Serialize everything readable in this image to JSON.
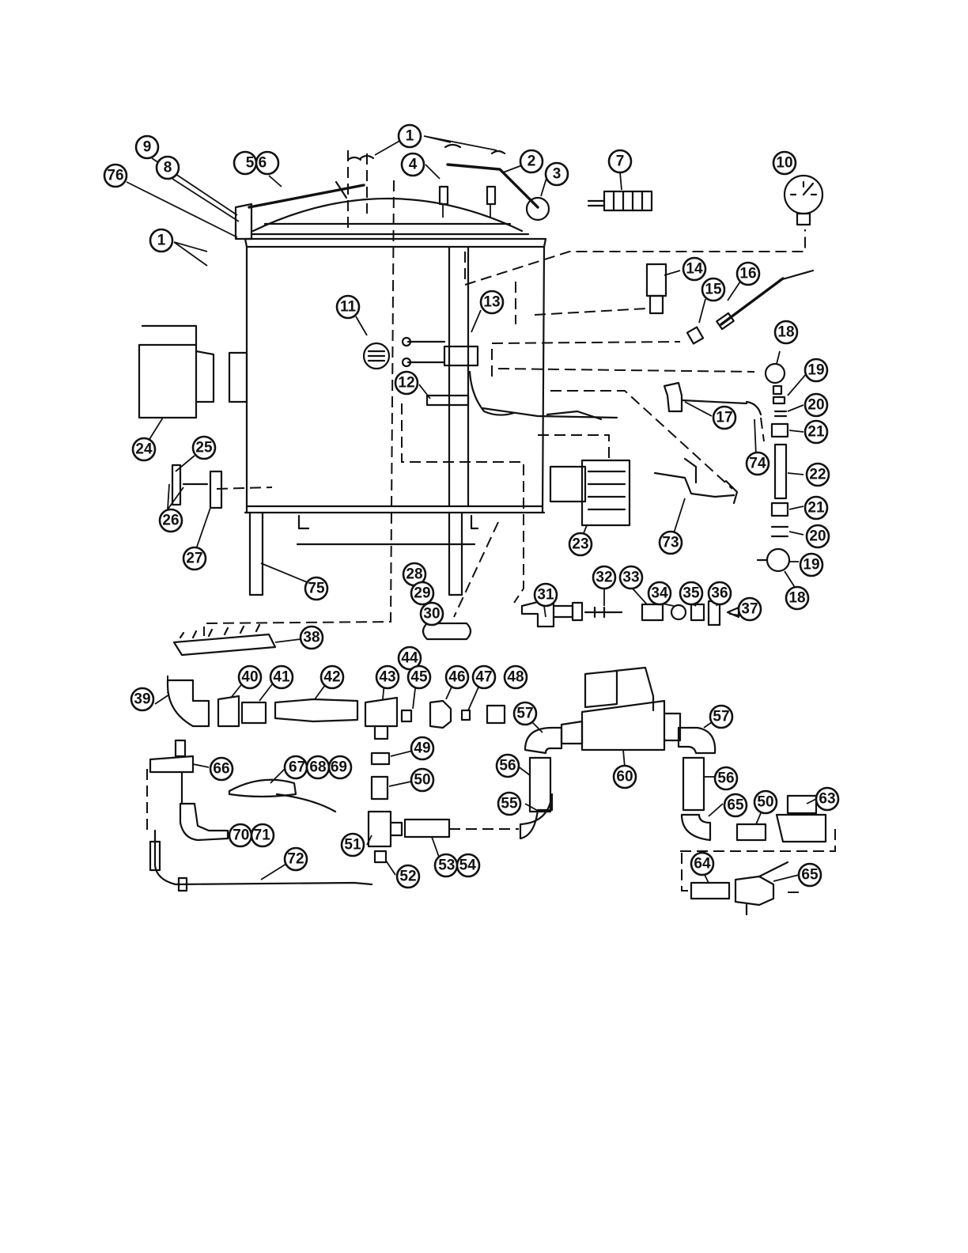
{
  "callouts": [
    "1",
    "2",
    "3",
    "4",
    "5 6",
    "7",
    "8",
    "9",
    "10",
    "76",
    "1",
    "11",
    "12",
    "13",
    "14",
    "15",
    "16",
    "17",
    "18",
    "19",
    "20",
    "21",
    "22",
    "23",
    "24",
    "25",
    "26",
    "27",
    "28",
    "29",
    "30",
    "31",
    "32",
    "33",
    "34",
    "35",
    "36",
    "37",
    "38",
    "39",
    "40",
    "41",
    "42",
    "43",
    "44",
    "45",
    "46",
    "47",
    "48",
    "49",
    "50",
    "51",
    "52",
    "53 54",
    "55",
    "56",
    "57",
    "60",
    "63",
    "64",
    "65",
    "66",
    "67 68 69",
    "70 71",
    "72",
    "73",
    "74",
    "75",
    "21",
    "20",
    "19",
    "18",
    "57",
    "56",
    "65",
    "50"
  ]
}
